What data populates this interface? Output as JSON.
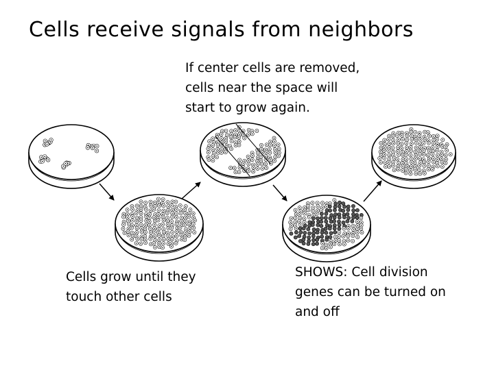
{
  "title": "Cells receive signals from neighbors",
  "top_note": {
    "lines": [
      "If center cells are removed,",
      "cells near the space will",
      "start to grow again."
    ]
  },
  "left_note": {
    "lines": [
      "Cells grow until they",
      "touch other cells"
    ]
  },
  "right_note": {
    "lines": [
      "SHOWS: Cell division",
      "genes can be turned on",
      "and off"
    ]
  },
  "dishes": [
    {
      "id": "dish-sparse",
      "state": "sparse colonies"
    },
    {
      "id": "dish-confluent",
      "state": "confluent"
    },
    {
      "id": "dish-scratched",
      "state": "center cells removed"
    },
    {
      "id": "dish-regrowing",
      "state": "dividing cells near the space"
    },
    {
      "id": "dish-refilled",
      "state": "confluent"
    }
  ],
  "colors": {
    "ink": "#000000",
    "dividing_cells": "#555555",
    "background": "#ffffff"
  }
}
